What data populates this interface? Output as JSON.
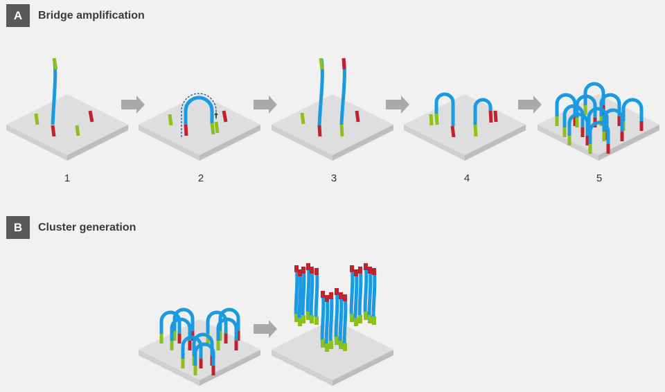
{
  "sections": [
    {
      "badge": "A",
      "title": "Bridge amplification"
    },
    {
      "badge": "B",
      "title": "Cluster generation"
    }
  ],
  "steps": [
    {
      "label": "1"
    },
    {
      "label": "2"
    },
    {
      "label": "3"
    },
    {
      "label": "4"
    },
    {
      "label": "5"
    }
  ],
  "colors": {
    "background": "#f1f1f1",
    "strand": "#1a9ae0",
    "primer_green": "#8cc01c",
    "primer_red": "#c0222f",
    "arrow": "#a9a9a9",
    "plate_top": "#dedede",
    "plate_side": "#c4c4c4",
    "badge": "#595959"
  }
}
